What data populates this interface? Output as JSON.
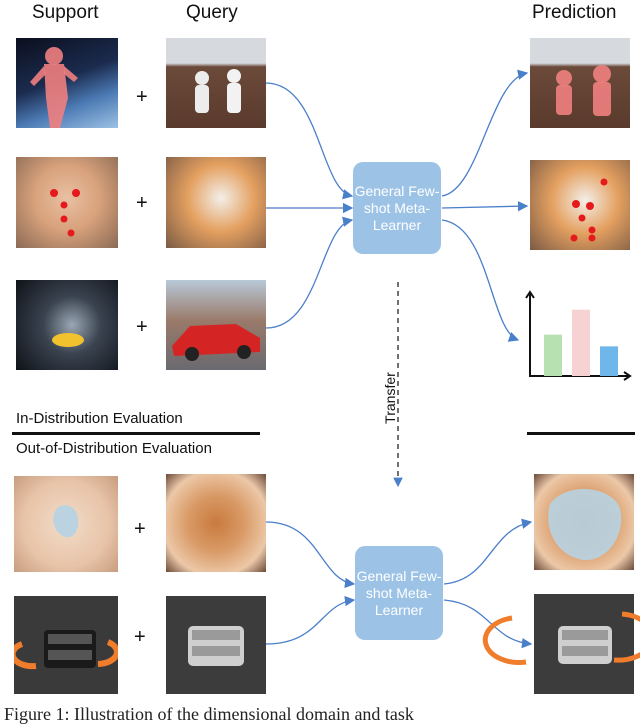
{
  "headers": {
    "support": "Support",
    "query": "Query",
    "prediction": "Prediction"
  },
  "plus": "+",
  "learner": {
    "label": "General Few-shot Meta-Learner"
  },
  "transfer": "Transfer",
  "sections": {
    "in_distribution": "In-Distribution Evaluation",
    "out_of_distribution": "Out-of-Distribution Evaluation"
  },
  "caption": "Figure 1: Illustration of the dimensional domain and task",
  "colors": {
    "learner_box": "#9cc3e6",
    "arrow": "#4a7fc9",
    "mask": "#f08080",
    "keypoint": "#e41a1c",
    "bar_green": "#b7e1b0",
    "bar_pink": "#f6d2d2",
    "bar_blue": "#6fb6ea",
    "rotate_arrow": "#ef7d2b"
  },
  "chart_data": {
    "type": "bar",
    "categories": [
      "",
      "",
      ""
    ],
    "values": [
      0.53,
      0.85,
      0.38
    ],
    "colors": [
      "#b7e1b0",
      "#f6d2d2",
      "#6fb6ea"
    ],
    "ylim": [
      0,
      1
    ],
    "title": "",
    "xlabel": "",
    "ylabel": ""
  }
}
